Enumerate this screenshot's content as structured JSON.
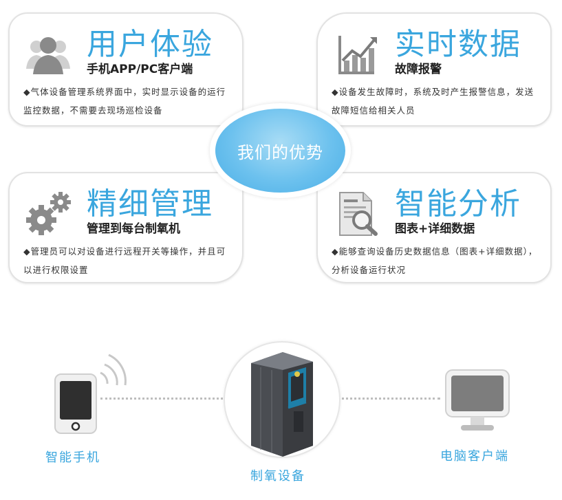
{
  "center": {
    "label": "我们的优势"
  },
  "cards": [
    {
      "title": "用户体验",
      "subtitle": "手机APP/PC客户端",
      "desc": "◆气体设备管理系统界面中，实时显示设备的运行监控数据，不需要去现场巡检设备",
      "icon": "users-icon"
    },
    {
      "title": "实时数据",
      "subtitle": "故障报警",
      "desc": "◆设备发生故障时，系统及时产生报警信息，发送故障短信给相关人员",
      "icon": "chart-icon"
    },
    {
      "title": "精细管理",
      "subtitle": "管理到每台制氧机",
      "desc": "◆管理员可以对设备进行远程开关等操作，并且可以进行权限设置",
      "icon": "gears-icon"
    },
    {
      "title": "智能分析",
      "subtitle": "图表+详细数据",
      "desc": "◆能够查询设备历史数据信息（图表+详细数据），分析设备运行状况",
      "icon": "report-search-icon"
    }
  ],
  "devices": {
    "phone": "智能手机",
    "machine": "制氧设备",
    "pc": "电脑客户端"
  },
  "colors": {
    "accent": "#3aa6de",
    "bubble": "#6cc1ee"
  }
}
